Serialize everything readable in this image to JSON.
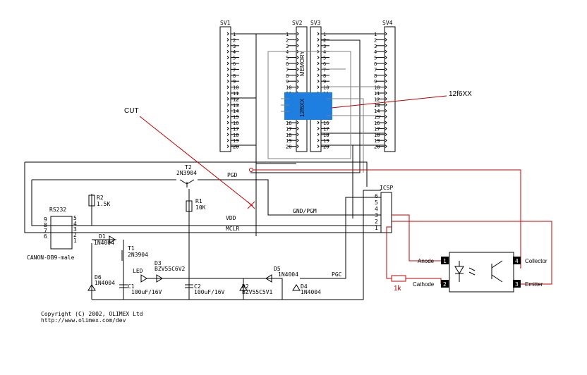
{
  "headers": {
    "sv1": "SV1",
    "sv2": "SV2",
    "sv3": "SV3",
    "sv4": "SV4"
  },
  "pin_numbers": [
    "1",
    "2",
    "3",
    "4",
    "5",
    "6",
    "7",
    "8",
    "9",
    "10",
    "11",
    "12",
    "13",
    "14",
    "15",
    "16",
    "17",
    "18",
    "19",
    "20"
  ],
  "chip_labels": {
    "memory": "MEMORY",
    "twelve": "12f6XX"
  },
  "callouts": {
    "cut": "CUT",
    "chip": "12f6XX"
  },
  "nets": {
    "pgd": "PGD",
    "vdd": "VDD",
    "mclr": "MCLR",
    "gnd_pgm": "GND/PGM",
    "pgc": "PGC"
  },
  "icsp": {
    "title": "ICSP",
    "pins": [
      "6",
      "5",
      "4",
      "3",
      "2",
      "1"
    ]
  },
  "rs232": {
    "title": "RS232",
    "pins_left": [
      "9",
      "8",
      "7",
      "6"
    ],
    "pins_right": [
      "5",
      "4",
      "3",
      "2",
      "1"
    ],
    "connector": "CANON-DB9-male"
  },
  "components": {
    "t2_ref": "T2",
    "t2_part": "2N3904",
    "r2_ref": "R2",
    "r2_val": "1.5K",
    "r1_ref": "R1",
    "r1_val": "10K",
    "d1_ref": "D1",
    "d1_part": "1N4004",
    "t1_ref": "T1",
    "t1_part": "2N3904",
    "d3_ref": "D3",
    "d3_part": "BZV55C6V2",
    "led": "LED",
    "d6_ref": "D6",
    "d6_part": "1N4004",
    "c1_ref": "C1",
    "c1_val": "100uF/16V",
    "c2_ref": "C2",
    "c2_val": "100uF/16V",
    "d2_ref": "D2",
    "d2_part": "BZV55C5V1",
    "d5_ref": "D5",
    "d5_part": "1N4004",
    "d4_ref": "D4",
    "d4_part": "1N4004"
  },
  "opto": {
    "anode": "Anode",
    "cathode": "Cathode",
    "collector": "Collector",
    "emitter": "Emitter",
    "p1": "1",
    "p2": "2",
    "p3": "3",
    "p4": "4",
    "resistor": "1k"
  },
  "footer": {
    "copyright": "Copyright (C) 2002, OLIMEX Ltd",
    "url": "http://www.olimex.com/dev"
  },
  "colors": {
    "ink": "#000000",
    "red": "#c00000",
    "chip": "#1e7fe0",
    "grey": "#808080"
  }
}
